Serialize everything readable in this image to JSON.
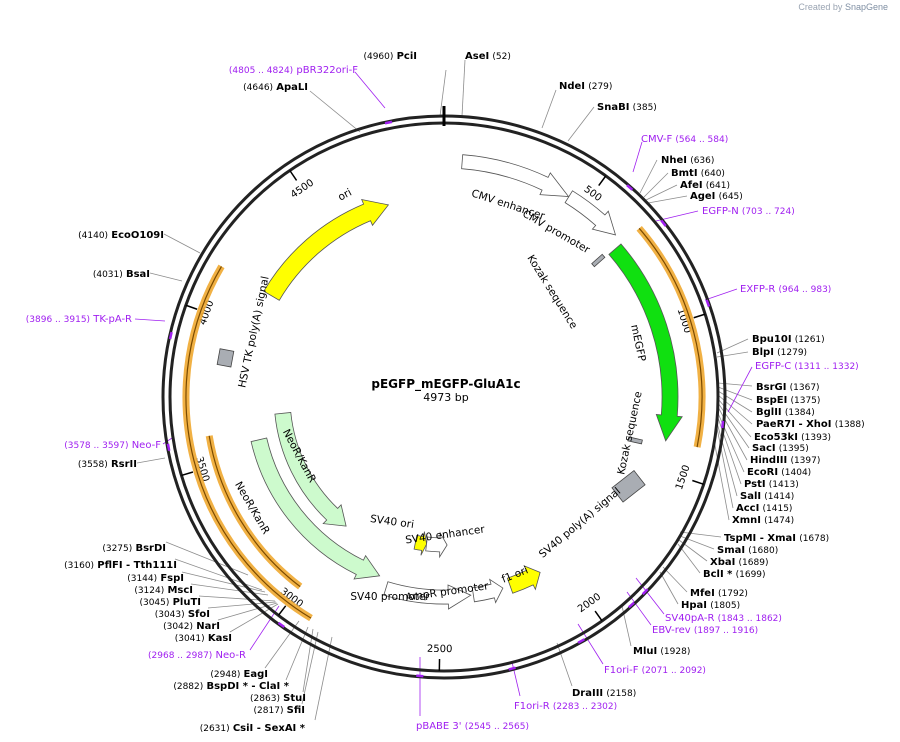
{
  "brand": {
    "created_by": "Created by",
    "name": "SnapGene"
  },
  "plasmid": {
    "name": "pEGFP_mEGFP-GluA1c",
    "length_label": "4973 bp",
    "length": 4973
  },
  "colors": {
    "ring": "#222222",
    "primer": "#a020f0",
    "enzyme_text": "#000000",
    "feature_orange": "#f0a830",
    "ori_yellow": "#ffff00",
    "megfp_green": "#10e010",
    "neo_light": "#cdfacd",
    "gray_box": "#a9adb3",
    "white_arrow": "#ffffff"
  },
  "ticks": [
    {
      "bp": 500,
      "label": "500"
    },
    {
      "bp": 1000,
      "label": "1000"
    },
    {
      "bp": 1500,
      "label": "1500"
    },
    {
      "bp": 2000,
      "label": "2000"
    },
    {
      "bp": 2500,
      "label": "2500"
    },
    {
      "bp": 3000,
      "label": "3000"
    },
    {
      "bp": 3500,
      "label": "3500"
    },
    {
      "bp": 4000,
      "label": "4000"
    },
    {
      "bp": 4500,
      "label": "4500"
    }
  ],
  "features": [
    {
      "name": "CMV enhancer",
      "start": 61,
      "end": 440,
      "type": "white",
      "dir": 1
    },
    {
      "name": "CMV promoter",
      "start": 441,
      "end": 644,
      "type": "white",
      "dir": 1
    },
    {
      "name": "Kozak sequence",
      "start": 670,
      "end": 679,
      "type": "small"
    },
    {
      "name": "mEGFP",
      "start": 679,
      "end": 1398,
      "type": "green",
      "dir": 1
    },
    {
      "name": "Kozak sequence",
      "start": 1420,
      "end": 1429,
      "type": "small"
    },
    {
      "name": "SV40 poly(A) signal",
      "start": 1530,
      "end": 1650,
      "type": "gray"
    },
    {
      "name": "f1 ori",
      "start": 2090,
      "end": 2220,
      "type": "yellow",
      "dir": -1
    },
    {
      "name": "AmpR promoter",
      "start": 2250,
      "end": 2370,
      "type": "white",
      "dir": -1
    },
    {
      "name": "SV40 promoter",
      "start": 2380,
      "end": 2720,
      "type": "white",
      "dir": -1
    },
    {
      "name": "SV40 ori",
      "start": 2580,
      "end": 2640,
      "type": "yellow"
    },
    {
      "name": "SV40 enhancer",
      "start": 2470,
      "end": 2580,
      "type": "white"
    },
    {
      "name": "NeoR/KanR",
      "start": 2760,
      "end": 3550,
      "type": "neo",
      "dir": -1
    },
    {
      "name": "NeoR/KanR",
      "start": 3000,
      "end": 3650,
      "type": "neo",
      "dir": -1
    },
    {
      "name": "HSV TK poly(A) signal",
      "start": 3870,
      "end": 3880,
      "type": "gray"
    },
    {
      "name": "ori",
      "start": 4150,
      "end": 4750,
      "type": "yellow",
      "dir": 1
    }
  ],
  "orange_arcs": [
    {
      "start": 679,
      "end": 1398
    },
    {
      "start": 2915,
      "end": 4150
    },
    {
      "start": 3600,
      "end": 3000
    }
  ],
  "sites": [
    {
      "name": "PciI",
      "pos": "(4960)",
      "side": "left"
    },
    {
      "name": "AseI",
      "pos": "(52)",
      "side": "right"
    },
    {
      "name": "NdeI",
      "pos": "(279)",
      "side": "right"
    },
    {
      "name": "SnaBI",
      "pos": "(385)",
      "side": "right"
    },
    {
      "name": "NheI",
      "pos": "(636)",
      "side": "right"
    },
    {
      "name": "BmtI",
      "pos": "(640)",
      "side": "right"
    },
    {
      "name": "AfeI",
      "pos": "(641)",
      "side": "right"
    },
    {
      "name": "AgeI",
      "pos": "(645)",
      "side": "right"
    },
    {
      "name": "Bpu10I",
      "pos": "(1261)",
      "side": "right"
    },
    {
      "name": "BlpI",
      "pos": "(1279)",
      "side": "right"
    },
    {
      "name": "BsrGI",
      "pos": "(1367)",
      "side": "right"
    },
    {
      "name": "BspEI",
      "pos": "(1375)",
      "side": "right"
    },
    {
      "name": "BglII",
      "pos": "(1384)",
      "side": "right"
    },
    {
      "name": "PaeR7I - XhoI",
      "pos": "(1388)",
      "side": "right"
    },
    {
      "name": "Eco53kI",
      "pos": "(1393)",
      "side": "right"
    },
    {
      "name": "SacI",
      "pos": "(1395)",
      "side": "right"
    },
    {
      "name": "HindIII",
      "pos": "(1397)",
      "side": "right"
    },
    {
      "name": "EcoRI",
      "pos": "(1404)",
      "side": "right"
    },
    {
      "name": "PstI",
      "pos": "(1413)",
      "side": "right"
    },
    {
      "name": "SalI",
      "pos": "(1414)",
      "side": "right"
    },
    {
      "name": "AccI",
      "pos": "(1415)",
      "side": "right"
    },
    {
      "name": "XmnI",
      "pos": "(1474)",
      "side": "right"
    },
    {
      "name": "TspMI - XmaI",
      "pos": "(1678)",
      "side": "right"
    },
    {
      "name": "SmaI",
      "pos": "(1680)",
      "side": "right"
    },
    {
      "name": "XbaI",
      "pos": "(1689)",
      "side": "right"
    },
    {
      "name": "BclI *",
      "pos": "(1699)",
      "side": "right"
    },
    {
      "name": "MfeI",
      "pos": "(1792)",
      "side": "right"
    },
    {
      "name": "HpaI",
      "pos": "(1805)",
      "side": "right"
    },
    {
      "name": "MluI",
      "pos": "(1928)",
      "side": "right"
    },
    {
      "name": "DraIII",
      "pos": "(2158)",
      "side": "right"
    },
    {
      "name": "CsiI - SexAI *",
      "pos": "(2631)",
      "side": "left"
    },
    {
      "name": "SfiI",
      "pos": "(2817)",
      "side": "left"
    },
    {
      "name": "StuI",
      "pos": "(2863)",
      "side": "left"
    },
    {
      "name": "BspDI * - ClaI *",
      "pos": "(2882)",
      "side": "left"
    },
    {
      "name": "EagI",
      "pos": "(2948)",
      "side": "left"
    },
    {
      "name": "KasI",
      "pos": "(3041)",
      "side": "left"
    },
    {
      "name": "NarI",
      "pos": "(3042)",
      "side": "left"
    },
    {
      "name": "SfoI",
      "pos": "(3043)",
      "side": "left"
    },
    {
      "name": "PluTI",
      "pos": "(3045)",
      "side": "left"
    },
    {
      "name": "MscI",
      "pos": "(3124)",
      "side": "left"
    },
    {
      "name": "FspI",
      "pos": "(3144)",
      "side": "left"
    },
    {
      "name": "PflFI - Tth111I",
      "pos": "(3160)",
      "side": "left"
    },
    {
      "name": "BsrDI",
      "pos": "(3275)",
      "side": "left"
    },
    {
      "name": "RsrII",
      "pos": "(3558)",
      "side": "left"
    },
    {
      "name": "BsaI",
      "pos": "(4031)",
      "side": "left"
    },
    {
      "name": "EcoO109I",
      "pos": "(4140)",
      "side": "left"
    },
    {
      "name": "ApaLI",
      "pos": "(4646)",
      "side": "left"
    }
  ],
  "primers": [
    {
      "name": "pBR322ori-F",
      "range": "(4805 .. 4824)",
      "side": "left"
    },
    {
      "name": "CMV-F",
      "range": "(564 .. 584)",
      "side": "right"
    },
    {
      "name": "EGFP-N",
      "range": "(703 .. 724)",
      "side": "right"
    },
    {
      "name": "EXFP-R",
      "range": "(964 .. 983)",
      "side": "right"
    },
    {
      "name": "EGFP-C",
      "range": "(1311 .. 1332)",
      "side": "right"
    },
    {
      "name": "SV40pA-R",
      "range": "(1843 .. 1862)",
      "side": "right"
    },
    {
      "name": "EBV-rev",
      "range": "(1897 .. 1916)",
      "side": "right"
    },
    {
      "name": "F1ori-F",
      "range": "(2071 .. 2092)",
      "side": "right"
    },
    {
      "name": "F1ori-R",
      "range": "(2283 .. 2302)",
      "side": "right"
    },
    {
      "name": "pBABE 3'",
      "range": "(2545 .. 2565)",
      "side": "right"
    },
    {
      "name": "Neo-R",
      "range": "(2968 .. 2987)",
      "side": "left"
    },
    {
      "name": "Neo-F",
      "range": "(3578 .. 3597)",
      "side": "left"
    },
    {
      "name": "TK-pA-R",
      "range": "(3896 .. 3915)",
      "side": "left"
    }
  ]
}
